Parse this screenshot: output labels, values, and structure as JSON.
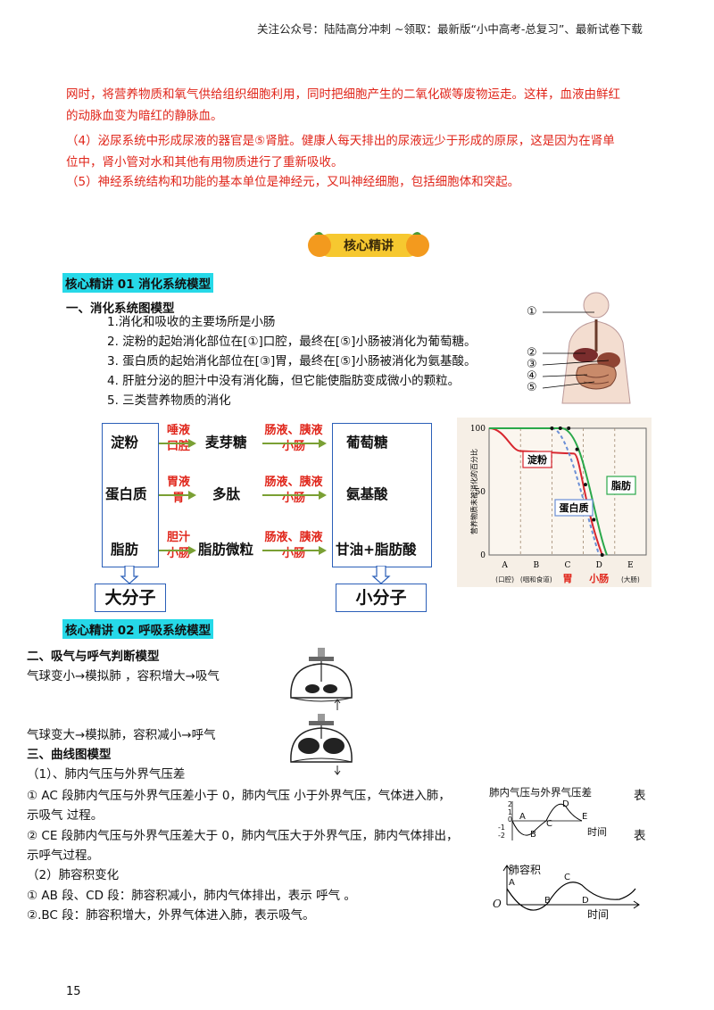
{
  "header": "关注公众号：陆陆高分冲刺  ~领取：最新版“小中高考-总复习”、最新试卷下载",
  "intro": {
    "line1": "网时，将营养物质和氧气供给组织细胞利用，同时把细胞产生的二氧化碳等废物运走。这样，血液由鲜红",
    "line2": "的动脉血变为暗红的静脉血。",
    "line3": "（4）泌尿系统中形成尿液的器官是⑤肾脏。健康人每天排出的尿液远少于形成的原尿，这是因为在肾单",
    "line4": "位中，肾小管对水和其他有用物质进行了重新吸收。",
    "line5": "（5）神经系统结构和功能的基本单位是神经元，又叫神经细胞，包括细胞体和突起。"
  },
  "badge": "核心精讲",
  "section1": {
    "tag": "核心精讲 01  消化系统模型",
    "heading": "一、消化系统图模型",
    "items": [
      "1.消化和吸收的主要场所是小肠",
      "2. 淀粉的起始消化部位在[①]口腔，最终在[⑤]小肠被消化为葡萄糖。",
      "3. 蛋白质的起始消化部位在[③]胃，最终在[⑤]小肠被消化为氨基酸。",
      "4. 肝脏分泌的胆汁中没有消化酶，但它能使脂肪变成微小的颗粒。",
      "5. 三类营养物质的消化"
    ],
    "body_labels": [
      "①",
      "②",
      "③",
      "④",
      "⑤"
    ]
  },
  "flow": {
    "left": [
      "淀粉",
      "蛋白质",
      "脂肪"
    ],
    "enz1": [
      [
        "唾液",
        "口腔"
      ],
      [
        "胃液",
        "胃"
      ],
      [
        "胆汁",
        "小肠"
      ]
    ],
    "mid": [
      "麦芽糖",
      "多肽",
      "脂肪微粒"
    ],
    "enz2": [
      [
        "肠液、胰液",
        "小肠"
      ],
      [
        "肠液、胰液",
        "小肠"
      ],
      [
        "肠液、胰液",
        "小肠"
      ]
    ],
    "right": [
      "葡萄糖",
      "氨基酸",
      "甘油+脂肪酸"
    ],
    "big": "大分子",
    "small": "小分子"
  },
  "chart_data": {
    "type": "line",
    "ylabel": "营养物质未被消化的百分比",
    "yticks": [
      "100",
      "50",
      "0"
    ],
    "ylim": [
      0,
      100
    ],
    "categories": [
      "A",
      "B",
      "C",
      "D",
      "E"
    ],
    "cat_sub": [
      "(口腔)",
      "(咽和食道)",
      "胃",
      "小肠",
      "(大肠)"
    ],
    "series": [
      {
        "name": "淀粉",
        "color": "#d8262e",
        "values": [
          100,
          82,
          80,
          0
        ]
      },
      {
        "name": "蛋白质",
        "color": "#6b8fd6",
        "values": [
          100,
          100,
          100,
          0
        ]
      },
      {
        "name": "脂肪",
        "color": "#2aa84a",
        "values": [
          100,
          100,
          100,
          0
        ]
      }
    ]
  },
  "section2": {
    "tag": "核心精讲 02  呼吸系统模型",
    "heading": "二、吸气与呼气判断模型",
    "line1": "气球变小→模拟肺    ，容积增大→吸气",
    "line2": "气球变大→模拟肺，容积减小→呼气"
  },
  "section3": {
    "heading": "三、曲线图模型",
    "sub1": "（1）、肺内气压与外界气压差",
    "p1a": "① AC 段肺内气压与外界气压差小于 0，肺内气压 小于外界气压，气体进入肺，",
    "p1b": "示吸气 过程。",
    "p2a": "② CE 段肺内气压与外界气压差大于 0，肺内气压大于外界气压，肺内气体排出，",
    "p2b": "示呼气过程。",
    "biao": "表",
    "sub2": "（2）肺容积变化",
    "p3": "① AB 段、CD 段：肺容积减小，肺内气体排出，表示  呼气 。",
    "p4": "②.BC 段：肺容积增大，外界气体进入肺，表示吸气。"
  },
  "graph1": {
    "title": "肺内气压与外界气压差",
    "ticks": [
      "2",
      "1",
      "0",
      "-1",
      "-2"
    ],
    "points": [
      "A",
      "B",
      "C",
      "D",
      "E"
    ],
    "xlabel": "时间"
  },
  "graph2": {
    "title": "肺容积",
    "origin": "O",
    "points": [
      "A",
      "B",
      "C",
      "D"
    ],
    "xlabel": "时间"
  },
  "page_number": "15"
}
